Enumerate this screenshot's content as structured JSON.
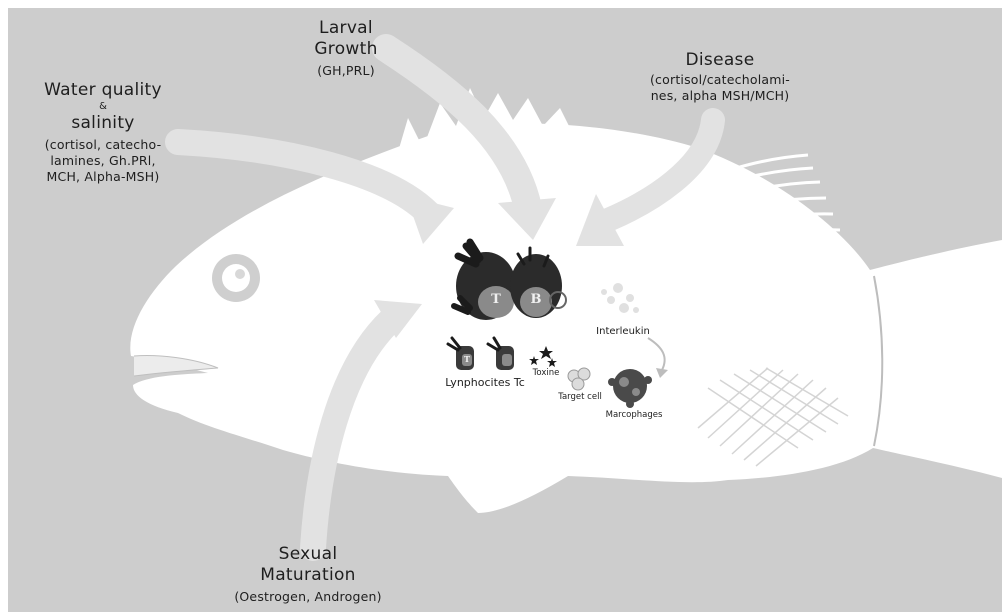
{
  "factors": {
    "larval": {
      "title_1": "Larval",
      "title_2": "Growth",
      "hormones": "(GH,PRL)"
    },
    "disease": {
      "title": "Disease",
      "hormones_1": "(cortisol/catecholami-",
      "hormones_2": "nes, alpha MSH/MCH)"
    },
    "water": {
      "title_1": "Water quality",
      "amp": "&",
      "title_2": "salinity",
      "hormones_1": "(cortisol, catecho-",
      "hormones_2": "lamines, Gh.PRl,",
      "hormones_3": "MCH, Alpha-MSH)"
    },
    "sexual": {
      "title_1": "Sexual",
      "title_2": "Maturation",
      "hormones": "(Oestrogen, Androgen)"
    }
  },
  "immune": {
    "t_cell_letter": "T",
    "b_cell_letter": "B",
    "small_t_letter": "T",
    "lymphocytes": "Lynphocites Tc",
    "toxine": "Toxine",
    "interleukin": "Interleukin",
    "target_cell": "Target cell",
    "macrophages": "Marcophages"
  },
  "colors": {
    "background": "#cdcdcd",
    "fish": "#ffffff",
    "arrows": "#e2e2e2",
    "cells": "#2a2a2a"
  }
}
